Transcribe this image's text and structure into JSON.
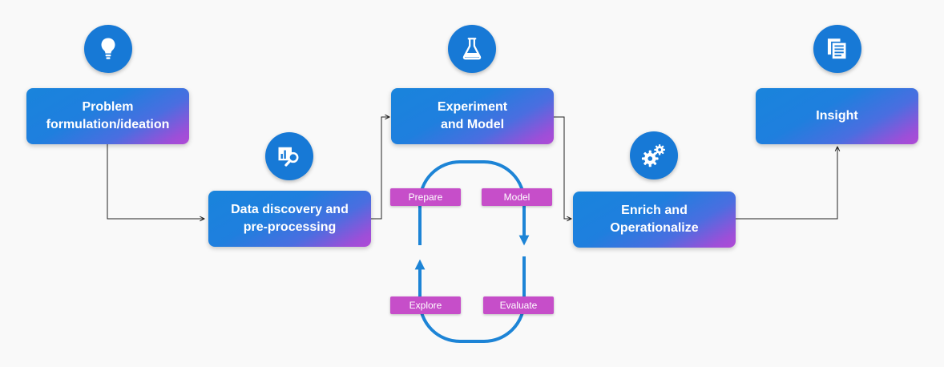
{
  "stages": {
    "problem": {
      "line1": "Problem",
      "line2": "formulation/ideation"
    },
    "discovery": {
      "line1": "Data discovery and",
      "line2": "pre-processing"
    },
    "experiment": {
      "line1": "Experiment",
      "line2": "and Model"
    },
    "enrich": {
      "line1": "Enrich and",
      "line2": "Operationalize"
    },
    "insight": {
      "line1": "Insight"
    }
  },
  "cycle": {
    "prepare": "Prepare",
    "model": "Model",
    "explore": "Explore",
    "evaluate": "Evaluate"
  },
  "icons": {
    "problem": "lightbulb-icon",
    "discovery": "chart-search-icon",
    "experiment": "flask-icon",
    "enrich": "gears-icon",
    "insight": "document-icon"
  },
  "colors": {
    "background": "#f9f9f9",
    "box_blue": "#1984dc",
    "box_purple": "#b04ad6",
    "icon_blue": "#1779d6",
    "tag_magenta": "#c64ec9",
    "cycle_blue": "#1d84d6",
    "connector": "#222222"
  }
}
